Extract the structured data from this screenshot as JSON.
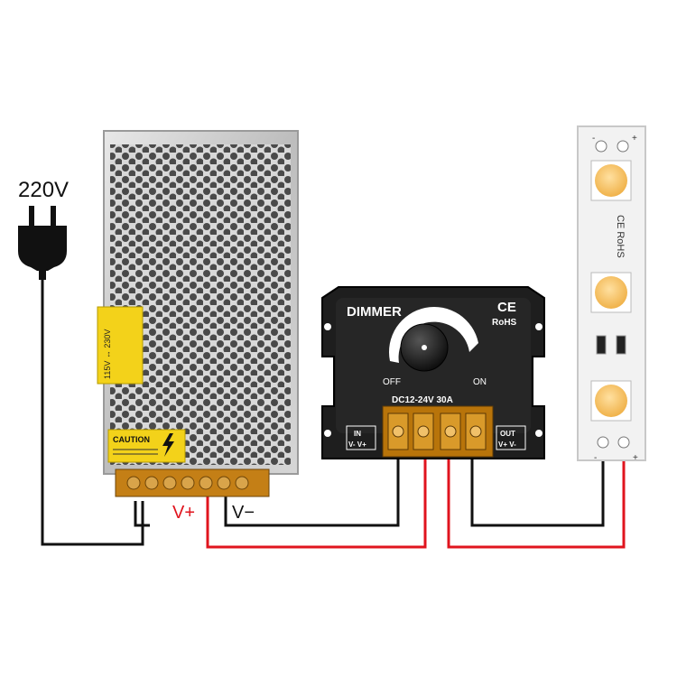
{
  "mains": {
    "voltage_label": "220V"
  },
  "psu": {
    "caution_label": "CAUTION",
    "terminal_labels": {
      "positive": "V+",
      "negative": "V−"
    },
    "side_label": "115V ↔ 230V"
  },
  "dimmer": {
    "title": "DIMMER",
    "ce_mark": "CE",
    "rohs_mark": "RoHS",
    "off_label": "OFF",
    "on_label": "ON",
    "rating": "DC12-24V  30A",
    "in_label": "IN",
    "in_terminals": "V- V+",
    "out_label": "OUT",
    "out_terminals": "V+ V-"
  },
  "led_strip": {
    "marks": "CE RoHS",
    "top_minus": "-",
    "top_plus": "+",
    "bottom_minus": "-",
    "bottom_plus": "+"
  },
  "colors": {
    "positive_wire": "#e0141e",
    "negative_wire": "#111111",
    "dimmer_body": "#1e1e1e",
    "terminal_block": "#b8740a",
    "led_emitter": "#f5c060",
    "strip_pcb": "#f2f2f2"
  },
  "icons": {
    "plug": "power-plug-icon",
    "caution": "high-voltage-icon"
  }
}
